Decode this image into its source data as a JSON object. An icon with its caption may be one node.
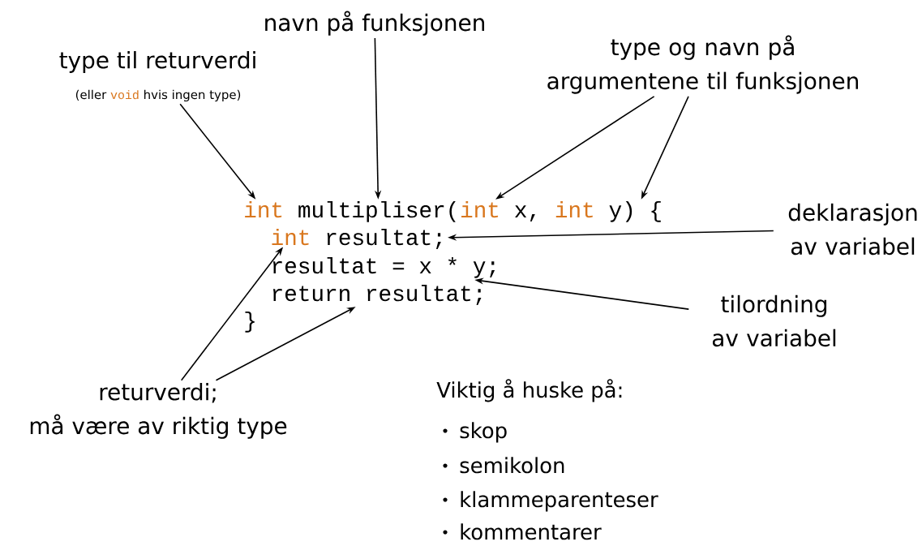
{
  "diagram": {
    "nodes": [
      {
        "text": [
          "type til returverdi",
          "(eller",
          "void",
          "hvis ingen type)"
        ]
      },
      {
        "text": [
          "navn på funksjonen"
        ]
      },
      {
        "text": [
          "type og navn på argumentene til funksjonen"
        ]
      },
      {
        "text": [
          "deklarasjon av variabel"
        ]
      },
      {
        "text": [
          "tilordning av variabel"
        ]
      },
      {
        "text": [
          "returverdi;",
          "må være av riktig type"
        ]
      },
      {
        "text": [
          "int"
        ]
      },
      {
        "text": [
          "multipliser("
        ]
      },
      {
        "text": [
          "int"
        ]
      },
      {
        "text": [
          "x,"
        ]
      },
      {
        "text": [
          "int"
        ]
      },
      {
        "text": [
          "y) {"
        ]
      },
      {
        "text": [
          "int"
        ]
      },
      {
        "text": [
          "resultat;"
        ]
      },
      {
        "text": [
          "resultat = x * y;"
        ]
      },
      {
        "text": [
          "return resultat;"
        ]
      },
      {
        "text": [
          "}"
        ]
      }
    ],
    "edges": [
      {
        "from": 0,
        "to": 6,
        "arrow": "to"
      },
      {
        "from": 1,
        "to": 7,
        "arrow": "to"
      },
      {
        "from": 2,
        "to": 8,
        "arrow": "to"
      },
      {
        "from": 2,
        "to": 11,
        "arrow": "to"
      },
      {
        "from": 3,
        "to": 13,
        "arrow": "to"
      },
      {
        "from": 4,
        "to": 14,
        "arrow": "to"
      },
      {
        "from": 5,
        "to": 12,
        "arrow": "to"
      },
      {
        "from": 5,
        "to": 15,
        "arrow": "to"
      }
    ],
    "labels": [
      "Viktig å huske på:",
      "skop",
      "semikolon",
      "klammeparenteser",
      "kommentarer"
    ]
  }
}
